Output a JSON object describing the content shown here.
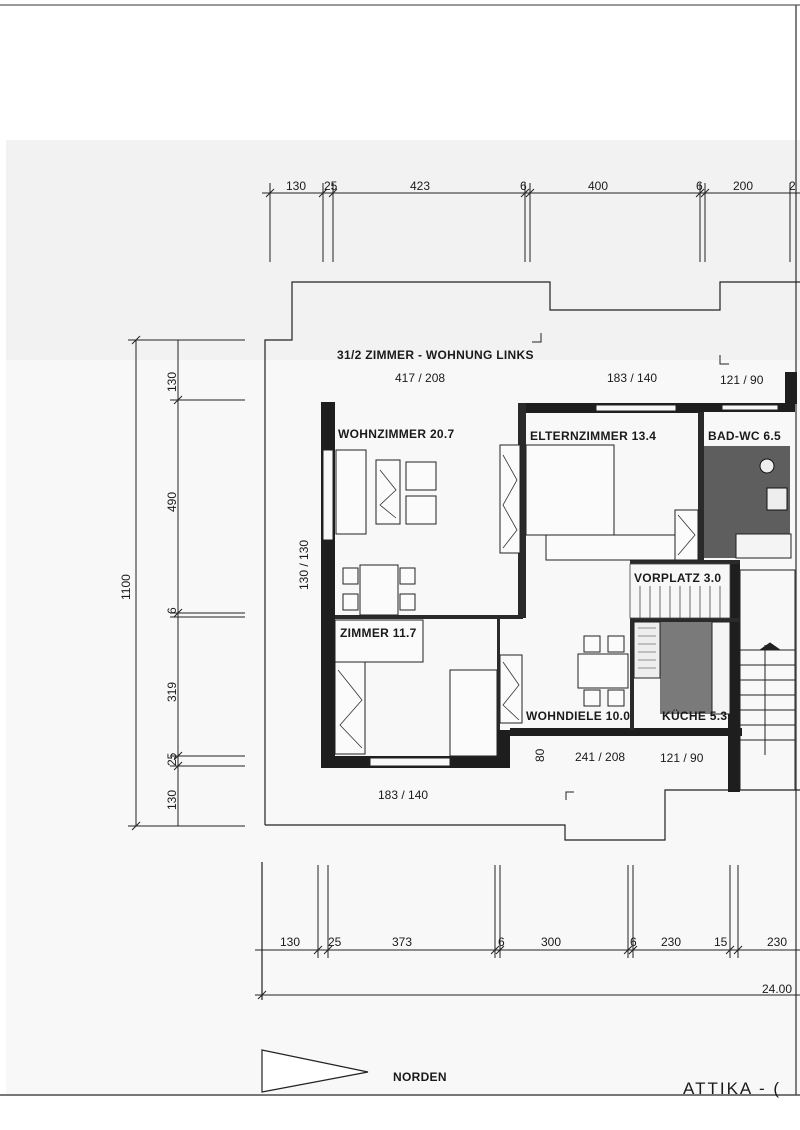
{
  "plan": {
    "title": "31/2 ZIMMER - WOHNUNG LINKS",
    "sheet_title": "ATTIKA - (",
    "north_label": "NORDEN",
    "rooms": {
      "wohnzimmer": "WOHNZIMMER 20.7",
      "elternzimmer": "ELTERNZIMMER 13.4",
      "bad_wc": "BAD-WC 6.5",
      "vorplatz": "VORPLATZ 3.0",
      "zimmer": "ZIMMER 11.7",
      "wohndiele": "WOHNDIELE 10.0",
      "kueche": "KÜCHE 5.3"
    },
    "openings": {
      "top_1": "417 / 208",
      "top_2": "183 / 140",
      "top_3": "121 / 90",
      "left": "130 / 130",
      "bottom_1": "183 / 140",
      "bottom_2": "241 / 208",
      "bottom_3": "121 / 90",
      "small": "80"
    },
    "dims_top": [
      "130",
      "25",
      "423",
      "6",
      "400",
      "6",
      "200",
      "2"
    ],
    "dims_left": [
      "130",
      "490",
      "6",
      "319",
      "25",
      "130"
    ],
    "dim_left_total": "1100",
    "dims_bottom": [
      "130",
      "25",
      "373",
      "6",
      "300",
      "6",
      "230",
      "15",
      "230"
    ],
    "dim_bottom_total": "24.00"
  }
}
